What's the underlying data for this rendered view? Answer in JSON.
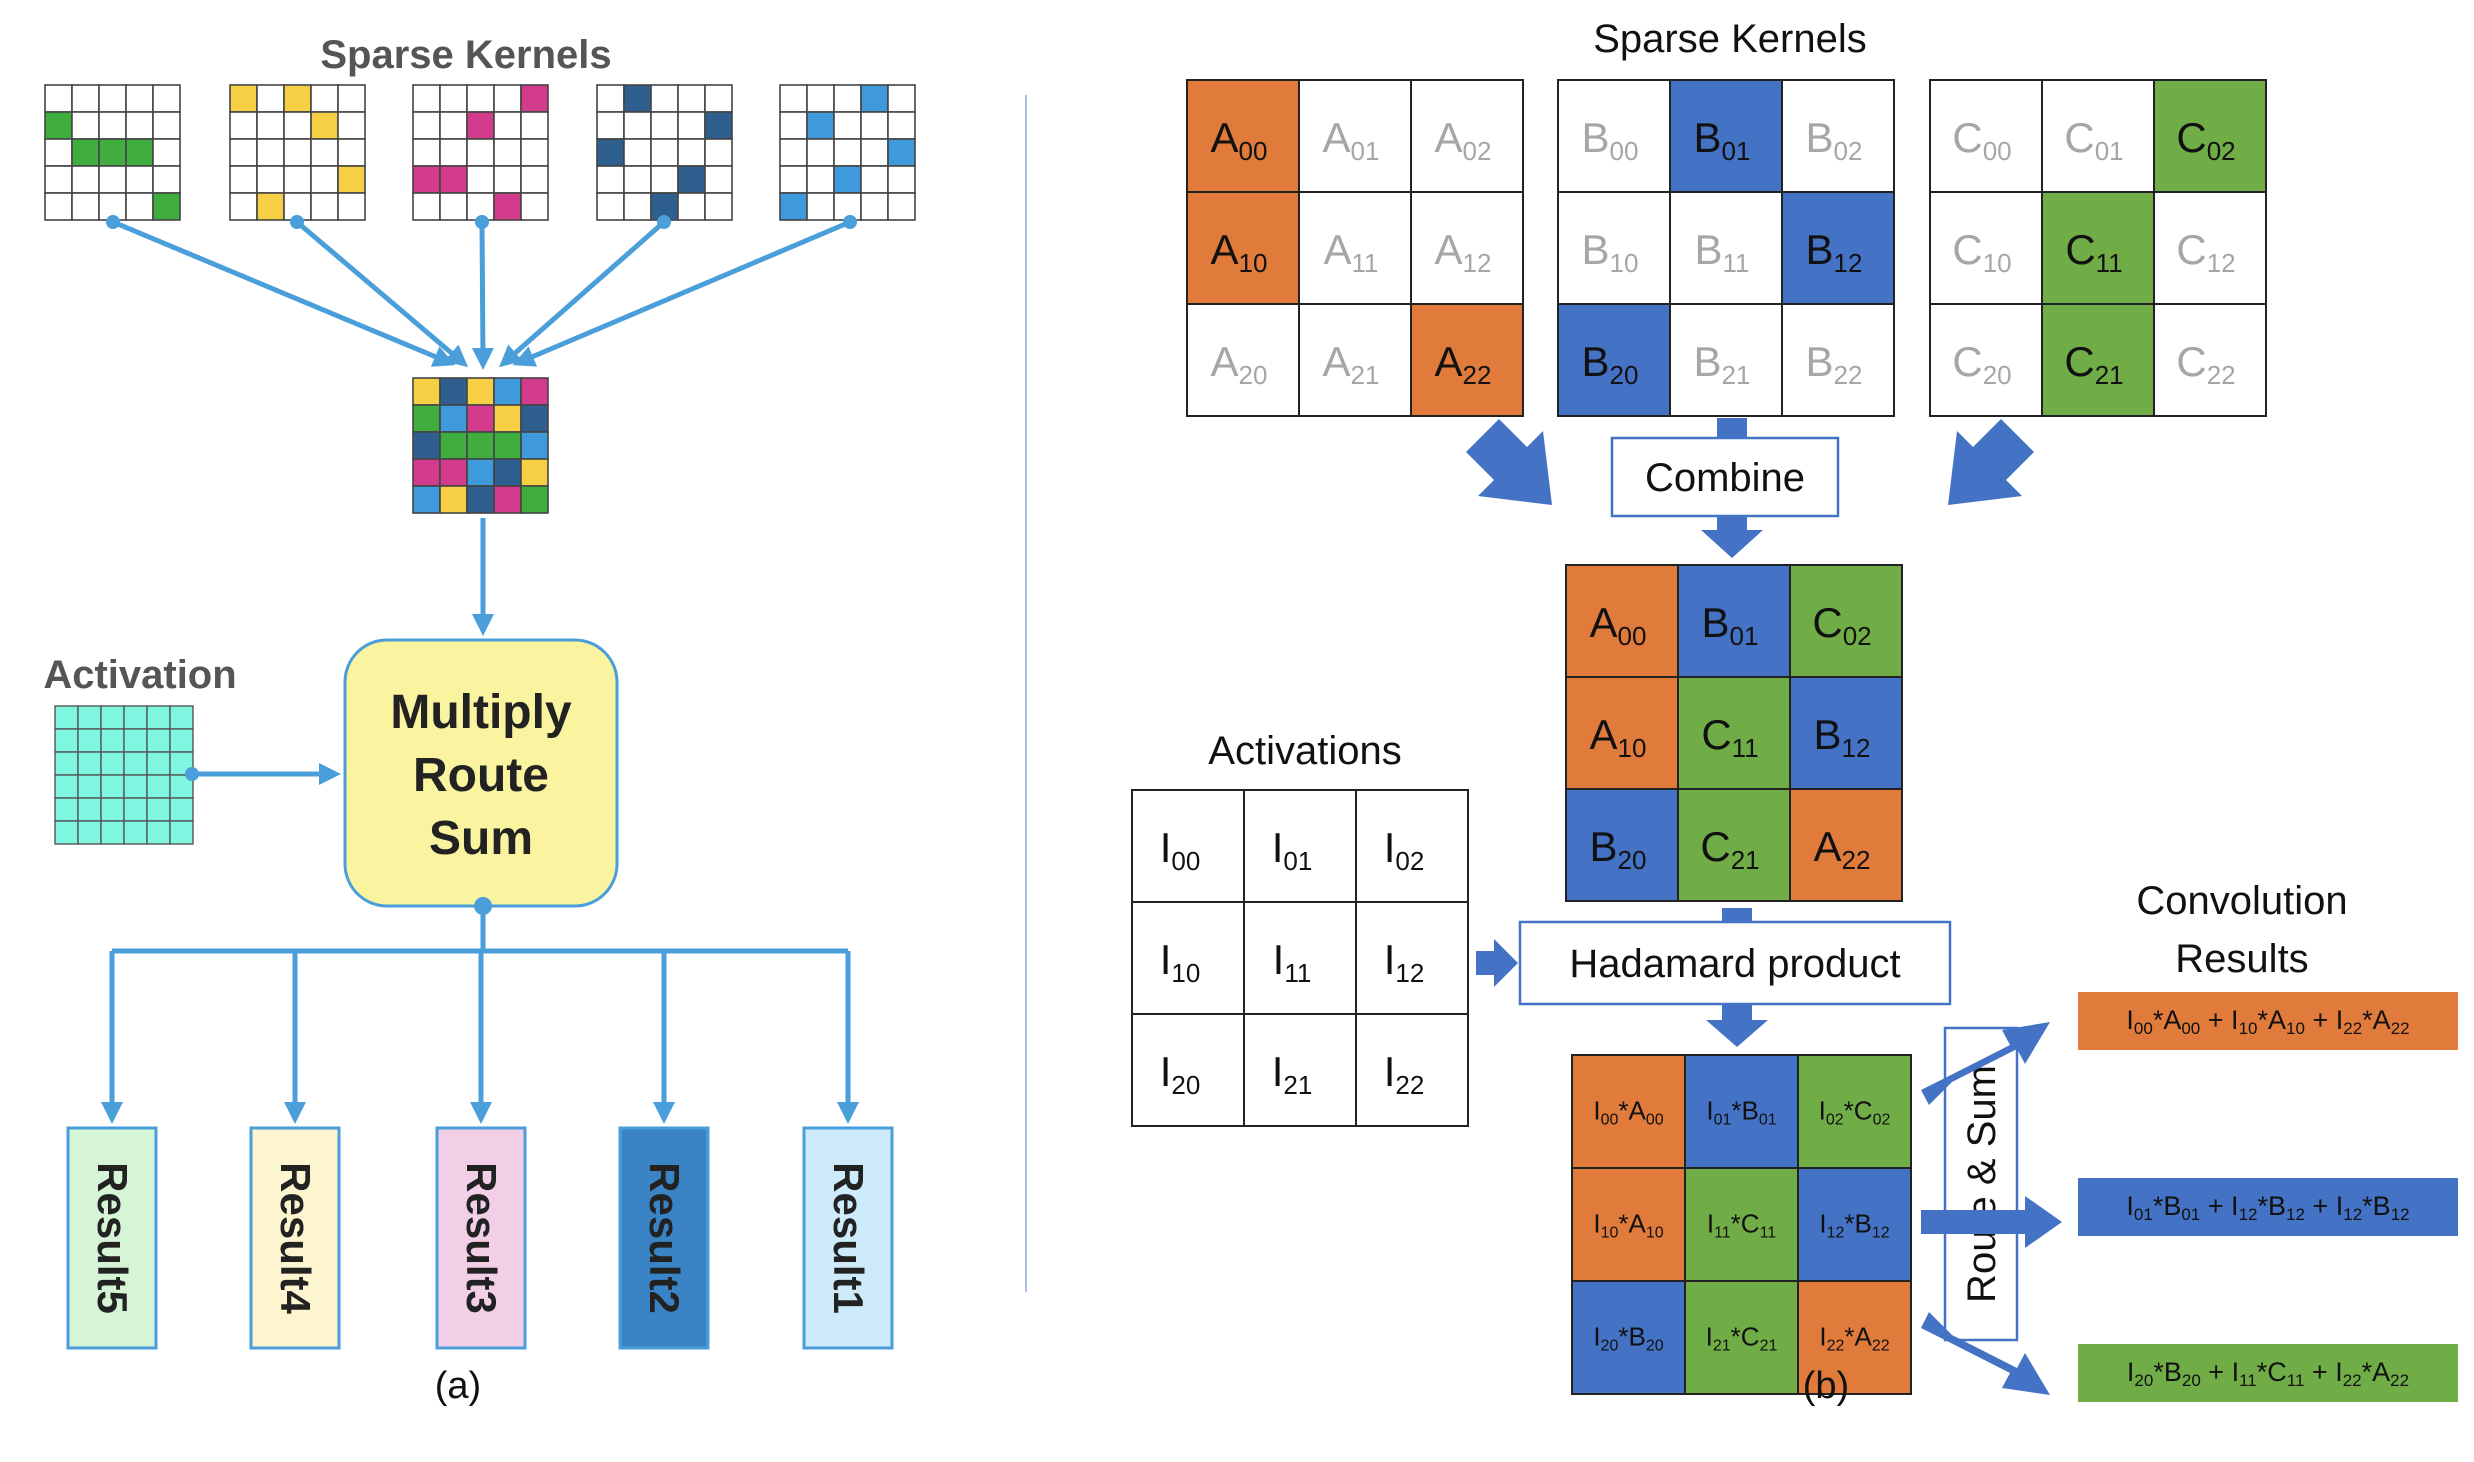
{
  "colors": {
    "orange": "#E07B3C",
    "blue": "#4472C4",
    "green": "#70AD47",
    "arrow": "#4A9FDA",
    "dark_arrow": "#4472C4",
    "gray_text": "#A6A6A6",
    "activation_cell": "#80F5E0",
    "yellow_box": "#FAF4A0",
    "k_green": "#3FAE3F",
    "k_yellow": "#F6CF45",
    "k_magenta": "#D33C8C",
    "k_navy": "#2E5F8E",
    "k_lightblue": "#3E9ADB",
    "result5": "#D6F5D6",
    "result4": "#FDF5CF",
    "result3": "#F2CFE6",
    "result2": "#3A84C6",
    "result1": "#CDEBFB"
  },
  "panel_a": {
    "title": "Sparse Kernels",
    "activation_label": "Activation",
    "mrs_lines": [
      "Multiply",
      "Route",
      "Sum"
    ],
    "results": [
      "Result5",
      "Result4",
      "Result3",
      "Result2",
      "Result1"
    ],
    "caption": "(a)"
  },
  "panel_b": {
    "title": "Sparse Kernels",
    "combine": "Combine",
    "activations": "Activations",
    "hadamard": "Hadamard product",
    "route_sum": "Route & Sum",
    "conv_results_lines": [
      "Convolution",
      "Results"
    ],
    "caption": "(b)",
    "kernels": [
      {
        "letter": "A",
        "active": [
          "00",
          "10",
          "22"
        ],
        "color": "orange"
      },
      {
        "letter": "B",
        "active": [
          "01",
          "12",
          "20"
        ],
        "color": "blue"
      },
      {
        "letter": "C",
        "active": [
          "02",
          "11",
          "21"
        ],
        "color": "green"
      }
    ],
    "combined": [
      [
        "A",
        "B",
        "C"
      ],
      [
        "A",
        "C",
        "B"
      ],
      [
        "B",
        "C",
        "A"
      ]
    ],
    "act_letter": "I",
    "results": [
      {
        "terms": [
          [
            "I",
            "00",
            "A",
            "00"
          ],
          [
            "I",
            "10",
            "A",
            "10"
          ],
          [
            "I",
            "22",
            "A",
            "22"
          ]
        ],
        "color": "orange"
      },
      {
        "terms": [
          [
            "I",
            "01",
            "B",
            "01"
          ],
          [
            "I",
            "12",
            "B",
            "12"
          ],
          [
            "I",
            "12",
            "B",
            "12"
          ]
        ],
        "color": "blue"
      },
      {
        "terms": [
          [
            "I",
            "20",
            "B",
            "20"
          ],
          [
            "I",
            "11",
            "C",
            "11"
          ],
          [
            "I",
            "22",
            "A",
            "22"
          ]
        ],
        "color": "green"
      }
    ]
  }
}
